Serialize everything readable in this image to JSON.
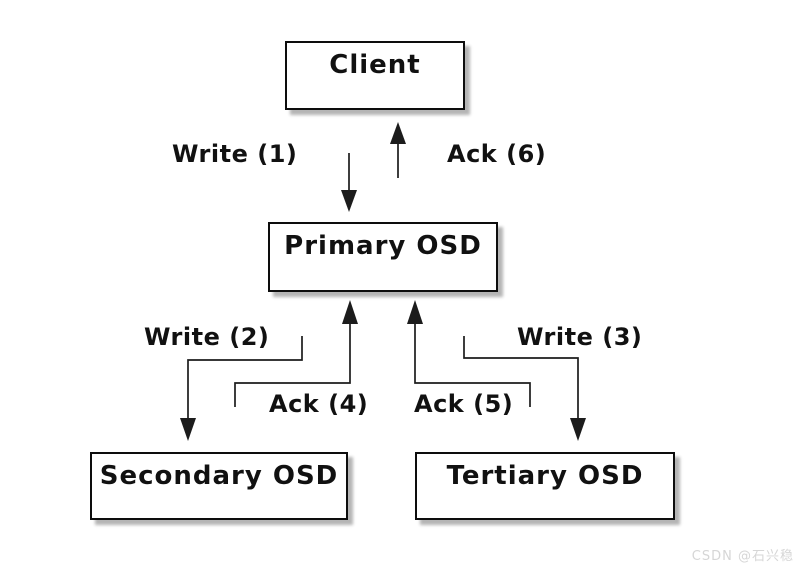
{
  "diagram": {
    "nodes": {
      "client": {
        "label": "Client"
      },
      "primary": {
        "label": "Primary OSD"
      },
      "secondary": {
        "label": "Secondary OSD"
      },
      "tertiary": {
        "label": "Tertiary OSD"
      }
    },
    "edges": {
      "write1": {
        "label": "Write (1)",
        "from": "Client",
        "to": "Primary OSD"
      },
      "ack6": {
        "label": "Ack (6)",
        "from": "Primary OSD",
        "to": "Client"
      },
      "write2": {
        "label": "Write (2)",
        "from": "Primary OSD",
        "to": "Secondary OSD"
      },
      "write3": {
        "label": "Write (3)",
        "from": "Primary OSD",
        "to": "Tertiary OSD"
      },
      "ack4": {
        "label": "Ack (4)",
        "from": "Secondary OSD",
        "to": "Primary OSD"
      },
      "ack5": {
        "label": "Ack (5)",
        "from": "Tertiary OSD",
        "to": "Primary OSD"
      }
    }
  },
  "watermark": {
    "text": "CSDN @石兴稳"
  },
  "colors": {
    "background": "#ffffff",
    "line": "#1c1c1c",
    "box_border": "#0d0d0d",
    "box_fill": "#ffffff",
    "box_shadow": "#b5b5b5",
    "text": "#111111",
    "watermark": "#d6d6d6"
  }
}
